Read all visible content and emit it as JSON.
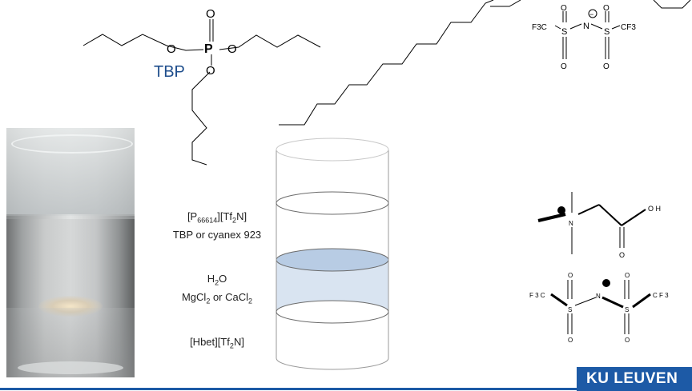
{
  "molecules": {
    "tbp": {
      "label": "TBP",
      "phosphorus": "P",
      "oxygen": "O"
    },
    "tf2n_top": {
      "left_group": "F3C",
      "right_group": "CF3",
      "sulfur": "S",
      "nitrogen": "N",
      "oxygen": "O",
      "charge": "−"
    },
    "hbet": {
      "nitrogen": "N",
      "hydroxyl": "O H",
      "oxygen": "O"
    },
    "tf2n_bottom": {
      "left_group": "F 3 C",
      "right_group": "C F 3",
      "sulfur": "S",
      "nitrogen": "N",
      "oxygen": "O"
    }
  },
  "layers": {
    "top": {
      "line1_prefix": "[P",
      "line1_sub": "66614",
      "line1_mid": "][Tf",
      "line1_sub2": "2",
      "line1_suffix": "N]",
      "line2": "TBP or cyanex 923"
    },
    "middle": {
      "line1_prefix": "H",
      "line1_sub": "2",
      "line1_suffix": "O",
      "line2_prefix": "MgCl",
      "line2_sub": "2",
      "line2_suffix": " or CaCl",
      "line2_sub2": "2"
    },
    "bottom": {
      "prefix": "[Hbet][Tf",
      "sub": "2",
      "suffix": "N]"
    }
  },
  "logo": {
    "text": "KU LEUVEN"
  },
  "colors": {
    "middle_layer_fill": "#b8cce4",
    "cylinder_stroke": "#6b6b6b",
    "logo_bg": "#1d5aa6",
    "tbp_label": "#1f4e8c"
  }
}
